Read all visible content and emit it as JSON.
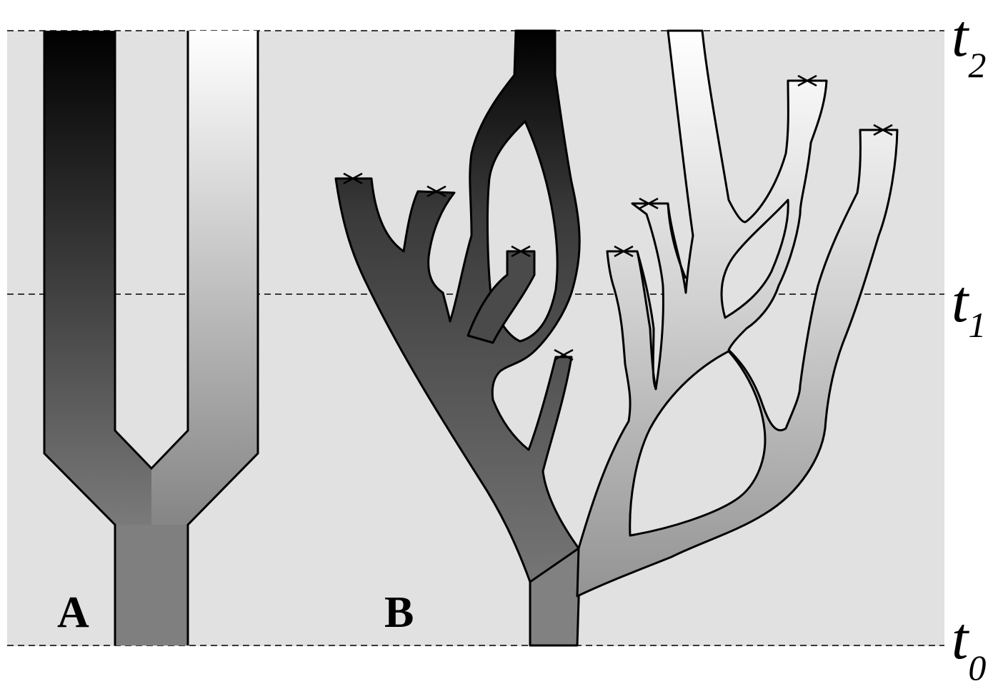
{
  "panels": {
    "a_label": "A",
    "b_label": "B"
  },
  "time_axis": {
    "t2": {
      "symbol": "t",
      "subscript": "2"
    },
    "t1": {
      "symbol": "t",
      "subscript": "1"
    },
    "t0": {
      "symbol": "t",
      "subscript": "0"
    }
  },
  "colors": {
    "background": "#e1e1e1",
    "lineage_dark": "#000000",
    "lineage_light": "#ffffff",
    "ancestor_gray": "#808080",
    "outline": "#000000"
  },
  "extinct_marker_icon": "x-mark-icon"
}
